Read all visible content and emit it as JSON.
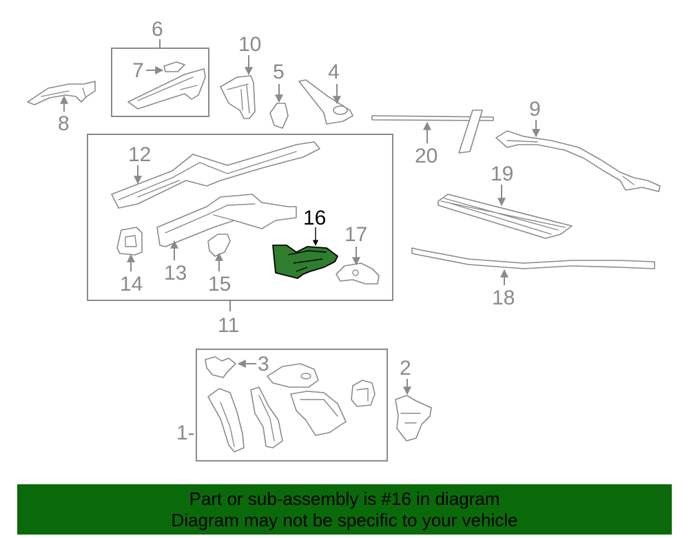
{
  "diagram": {
    "highlighted_part": "16",
    "callouts": {
      "c1": "1-",
      "c2": "2",
      "c3": "3",
      "c4": "4",
      "c5": "5",
      "c6": "6",
      "c7": "7",
      "c8": "8",
      "c9": "9",
      "c10": "10",
      "c11": "11",
      "c12": "12",
      "c13": "13",
      "c14": "14",
      "c15": "15",
      "c16": "16",
      "c17": "17",
      "c18": "18",
      "c19": "19",
      "c20": "20"
    },
    "colors": {
      "line": "#8a8a8a",
      "highlight_fill": "#2f7d2f",
      "banner_bg": "#0a6a0a"
    }
  },
  "banner": {
    "line1": "Part or sub-assembly is #16 in diagram",
    "line2": "Diagram may not be specific to your vehicle"
  }
}
